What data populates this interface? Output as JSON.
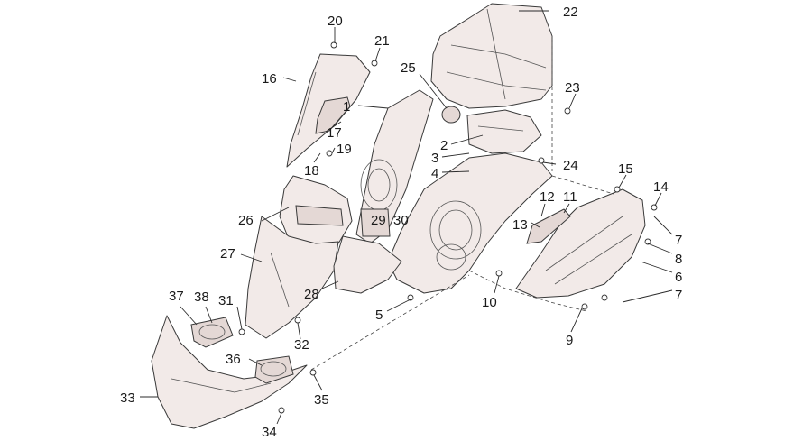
{
  "callouts": {
    "c1": "1",
    "c2": "2",
    "c3": "3",
    "c4": "4",
    "c5": "5",
    "c6": "6",
    "c7a": "7",
    "c7b": "7",
    "c8": "8",
    "c9": "9",
    "c10": "10",
    "c11": "11",
    "c12": "12",
    "c13": "13",
    "c14": "14",
    "c15": "15",
    "c16": "16",
    "c17": "17",
    "c18": "18",
    "c19": "19",
    "c20": "20",
    "c21": "21",
    "c22": "22",
    "c23": "23",
    "c24": "24",
    "c25": "25",
    "c26": "26",
    "c27": "27",
    "c28": "28",
    "c29": "29",
    "c30": "30",
    "c31": "31",
    "c32": "32",
    "c33": "33",
    "c34": "34",
    "c35": "35",
    "c36": "36",
    "c37": "37",
    "c38": "38"
  },
  "colors": {
    "part_fill": "#f2eae8",
    "line": "#3a3a3a"
  }
}
